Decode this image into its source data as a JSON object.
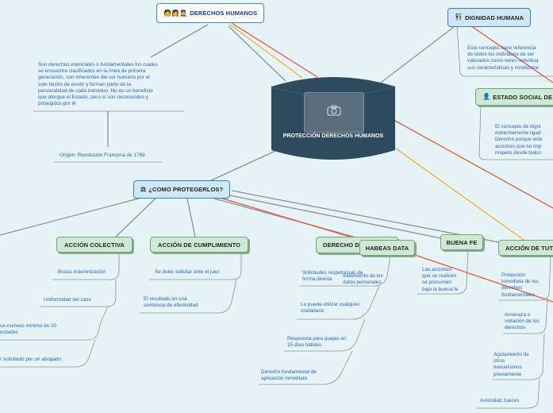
{
  "colors": {
    "background": "#e6f4f8",
    "central_node": "#2e4b5e",
    "line_gray": "#8a9297",
    "line_red": "#e05a3a",
    "line_yellow": "#f0b323",
    "link_text": "#2a64b8",
    "topic_green": "#cfead4",
    "topic_blue": "#cfe8f7"
  },
  "central": {
    "title": "PROTECCIÓN DERECHOS HUMANOS",
    "image_icon": "camera-icon"
  },
  "derechos_humanos": {
    "title": "DERECHOS HUMANOS",
    "icon": "people-icon",
    "description": [
      "Son derechos esenciales o fundamentales los cuales",
      "se encuentra clasificados en la línea de primera",
      "generación, son inherentes del ser humano por el",
      "solo hecho de existir y forman parte de la",
      "personalidad de cada individuo.  No es un beneficio",
      "que otorgue el Estado, pero sí son reconocidos y",
      "protegidos por él"
    ],
    "origen": "Origen: Revolución Francesa de 1789"
  },
  "dignidad": {
    "title": "DIGNIDAD HUMANA",
    "icon": "couple-icon",
    "description": [
      "Este concepto hace referencia",
      "de todos los individuos de ser",
      "valorados como seres individua",
      "sus características y condicione"
    ]
  },
  "estado_social": {
    "title": "ESTADO SOCIAL DE",
    "icon": "person-icon",
    "description": [
      "El concepto de digni",
      "estrechamente  ligad",
      "Derecho porque este",
      "acciones que se imp",
      "respeto desde todos"
    ]
  },
  "como_protegerlos": {
    "title": "¿COMO PROTEGERLOS?",
    "icon": "scale-icon"
  },
  "accion_colectiva": {
    "title": "ACCIÓN COLECTIVA",
    "items": [
      "Busca indemnización",
      "Uniformidad del caso",
      "un numero mínimo de 20",
      "ectadas",
      "r solicitado por un abogado"
    ]
  },
  "accion_cumplimiento": {
    "title": "ACCIÓN DE CUMPLIMIENTO",
    "items": [
      "Se debe solicitar ante el juez",
      "El resultado es una",
      "sentencia de efectividad"
    ]
  },
  "derecho_peticion": {
    "title": "DERECHO D",
    "items": [
      "Solicitudes respetuosas de",
      "forma directa",
      "Lo puede utilizar cualquier",
      "ciudadano",
      "Respuesta para quejas en",
      "15 días hábiles",
      "Derecho fundamental de",
      "aplicación inmediata"
    ]
  },
  "habeas_data": {
    "title": "HABEAS DATA",
    "items": [
      "tratamiento de los",
      "datos personales"
    ]
  },
  "buena_fe": {
    "title": "BUENA FE",
    "items": [
      "Las acciones",
      "que se realicen",
      "se presumen",
      "bajo la buena fe"
    ]
  },
  "accion_tutela": {
    "title": "ACCIÓN DE TUT",
    "items": [
      "Protección",
      "inmediata de los",
      "derechos",
      "fundamentales",
      "Amenaza o",
      "violación de los",
      "derechos",
      "Agotamiento de",
      "otros",
      "mecanismos",
      "previamente",
      "Autoridad Jueces"
    ]
  }
}
